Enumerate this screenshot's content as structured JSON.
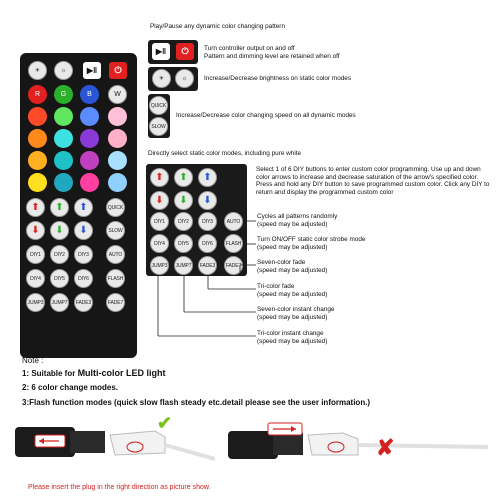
{
  "annotations": {
    "play_pause": "Play/Pause any dynamic color changing pattern",
    "power": "Turn controller output on and off",
    "power_sub": "Pattern and dimming level are retained when off",
    "brightness": "Increase/Decrease brightness on static color modes",
    "speed": "Increase/Decrease color changing speed on all dynamic modes",
    "static_select": "Directly select static color modes, including pure white",
    "diy_info": "Select 1 of 6 DIY buttons to enter custom color programming. Use up and down color arrows to increase and decrease saturation of the arrow's specified color. Press and hold any DIY button to save programmed custom color. Click any DIY to return and display the programmed custom color",
    "auto": "Cycles all patterns randomly",
    "auto_sub": "(speed may be adjusted)",
    "flash": "Turn ON/OFF static color strobe mode",
    "flash_sub": "(speed may be adjusted)",
    "fade7": "Seven-color fade",
    "fade7_sub": "(speed may be adjusted)",
    "fade3": "Tri-color fade",
    "fade3_sub": "(speed may be adjusted)",
    "jump7": "Seven-color instant change",
    "jump7_sub": "(speed may be adjusted)",
    "jump3": "Tri-color instant change",
    "jump3_sub": "(speed may be adjusted)"
  },
  "remote": {
    "rgbw": [
      "R",
      "G",
      "B",
      "W"
    ],
    "quick": "QUICK",
    "slow": "SLOW",
    "auto": "AUTO",
    "flash": "FLASH",
    "diy": [
      "DIY1",
      "DIY2",
      "DIY3",
      "DIY4",
      "DIY5",
      "DIY6"
    ],
    "jump3": "JUMP3",
    "jump7": "JUMP7",
    "fade3": "FADE3",
    "fade7": "FADE7"
  },
  "notes": {
    "heading": "Note :",
    "n1_prefix": "1: Suitable for ",
    "n1_bold": "Multi-color LED light",
    "n2": "2: 6 color change modes.",
    "n3": "3:Flash function modes (quick slow flash steady etc.detail please see the user information.)"
  },
  "footer": "Please insert the plug in the right direction as picture show.",
  "colors": {
    "red": "#e22020",
    "green": "#2bb02b",
    "blue": "#2a55d6",
    "check": "#7cc21a",
    "cross": "#d42020",
    "footer_text": "#d42020"
  }
}
